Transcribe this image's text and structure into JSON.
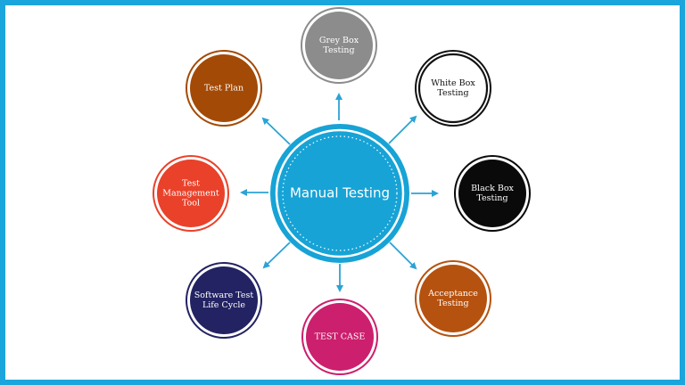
{
  "colors": {
    "frame": "#1aa6dc",
    "center": "#17a3d6",
    "arrow": "#2ba3d6"
  },
  "diagram": {
    "center": {
      "label": "Manual Testing"
    },
    "nodes": [
      {
        "id": "grey-box-testing",
        "lines": [
          "Grey Box",
          "Testing"
        ],
        "fill": "#8c8c8c",
        "text": "#ffffff",
        "ring": "#8c8c8c"
      },
      {
        "id": "white-box-testing",
        "lines": [
          "White Box",
          "Testing"
        ],
        "fill": "#ffffff",
        "text": "#111111",
        "ring": "#111111"
      },
      {
        "id": "black-box-testing",
        "lines": [
          "Black Box",
          "Testing"
        ],
        "fill": "#0a0a0a",
        "text": "#ffffff",
        "ring": "#0a0a0a"
      },
      {
        "id": "acceptance-testing",
        "lines": [
          "Acceptance",
          "Testing"
        ],
        "fill": "#b5520f",
        "text": "#ffffff",
        "ring": "#b5520f"
      },
      {
        "id": "test-case",
        "lines": [
          "TEST CASE"
        ],
        "fill": "#cc1f6d",
        "text": "#ffffff",
        "ring": "#cc1f6d"
      },
      {
        "id": "software-test-life-cycle",
        "lines": [
          "Software Test",
          "Life Cycle"
        ],
        "fill": "#232262",
        "text": "#ffffff",
        "ring": "#232262"
      },
      {
        "id": "test-management-tool",
        "lines": [
          "Test",
          "Management",
          "Tool"
        ],
        "fill": "#e9412a",
        "text": "#ffffff",
        "ring": "#e9412a"
      },
      {
        "id": "test-plan",
        "lines": [
          "Test Plan"
        ],
        "fill": "#a34a06",
        "text": "#ffffff",
        "ring": "#a34a06"
      }
    ]
  }
}
